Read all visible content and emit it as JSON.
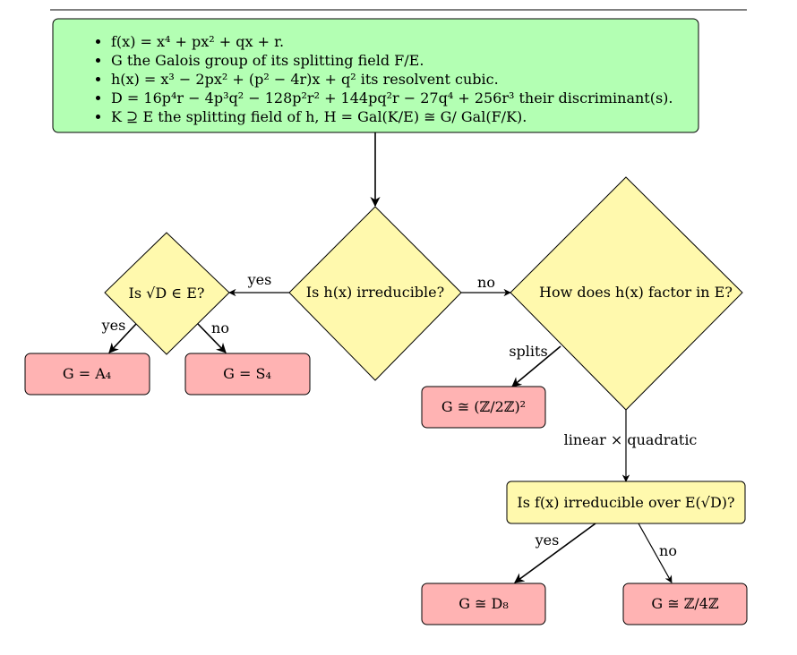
{
  "header": {
    "items": [
      "f(x) = x⁴ + px² + qx + r.",
      "G the Galois group of its splitting field F/E.",
      "h(x) = x³ − 2px² + (p² − 4r)x + q² its resolvent cubic.",
      "D = 16p⁴r − 4p³q² − 128p²r² + 144pq²r − 27q⁴ + 256r³ their discriminant(s).",
      "K ⊇ E the splitting field of h, H = Gal(K/E) ≅ G/ Gal(F/K)."
    ]
  },
  "nodes": {
    "q_irreducible": "Is h(x) irreducible?",
    "q_sqrtD": "Is √D ∈ E?",
    "q_factor": "How does h(x) factor in E?",
    "q_f_irred": "Is f(x) irreducible over E(√D)?",
    "r_A4": "G = A₄",
    "r_S4": "G = S₄",
    "r_V4": "G ≅ (ℤ/2ℤ)²",
    "r_D8": "G ≅ D₈",
    "r_Z4": "G ≅ ℤ/4ℤ"
  },
  "edges": {
    "irred_yes": "yes",
    "irred_no": "no",
    "sqrtD_yes": "yes",
    "sqrtD_no": "no",
    "factor_splits": "splits",
    "factor_linquad": "linear × quadratic",
    "firred_yes": "yes",
    "firred_no": "no"
  },
  "colors": {
    "header_fill": "#b3ffb3",
    "decision_fill": "#fff9ad",
    "result_fill": "#ffb3b3",
    "stroke": "#000000"
  }
}
